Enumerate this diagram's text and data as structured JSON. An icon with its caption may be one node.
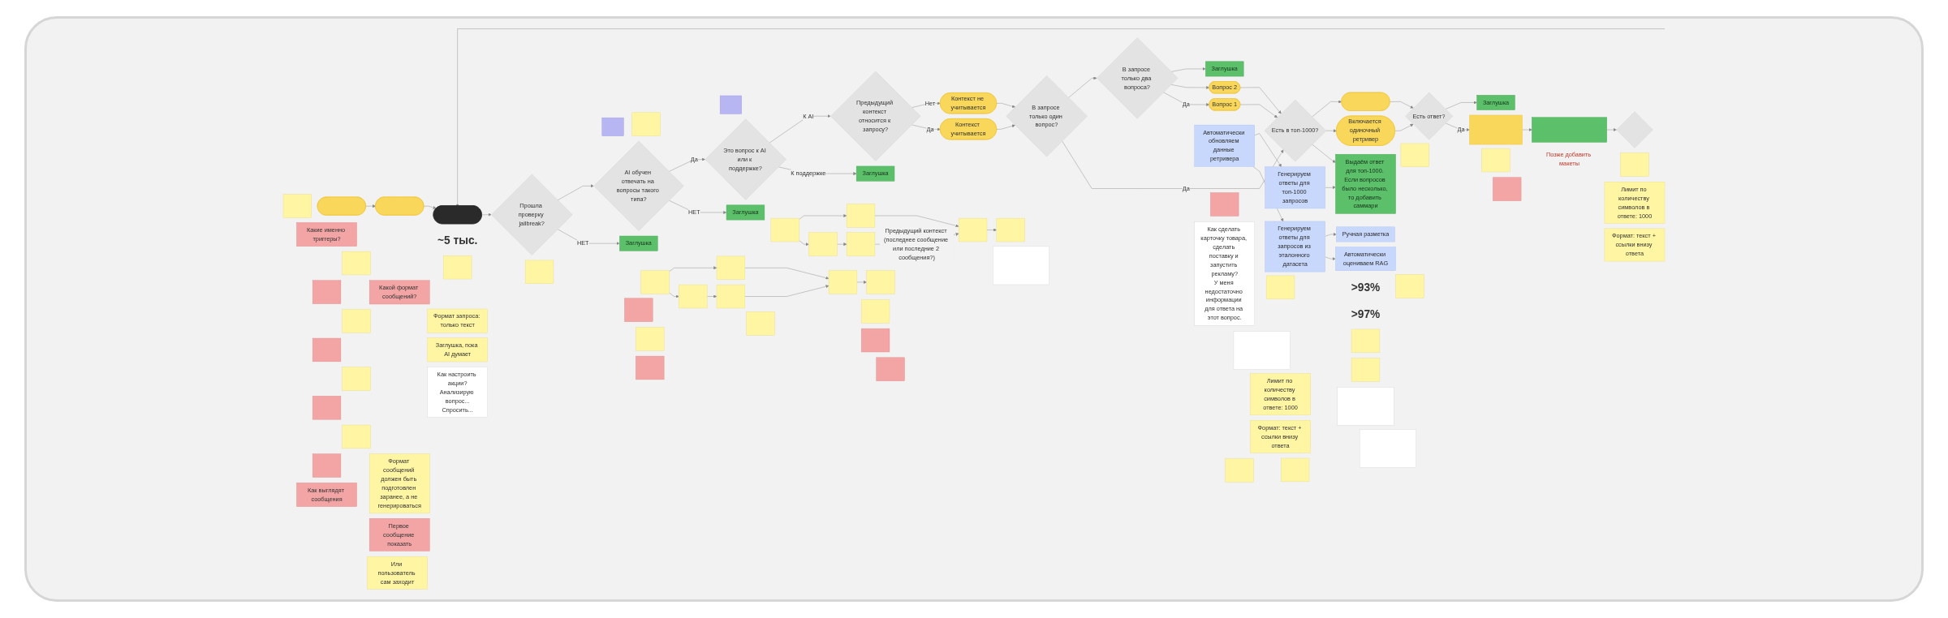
{
  "diagram": {
    "nodes": [
      {
        "text": [],
        "shape": "box"
      },
      {
        "text": [],
        "shape": "pill"
      },
      {
        "text": [
          "Какие именно триггеры?"
        ]
      },
      {
        "text": [],
        "shape": "box"
      },
      {
        "text": [],
        "shape": "box"
      },
      {
        "text": [],
        "shape": "box"
      },
      {
        "text": [],
        "shape": "box"
      },
      {
        "text": [],
        "shape": "box"
      },
      {
        "text": [],
        "shape": "box"
      },
      {
        "text": [],
        "shape": "box"
      },
      {
        "text": [],
        "shape": "box"
      },
      {
        "text": [
          "Как выглядят сообщения"
        ]
      },
      {
        "text": [],
        "shape": "pill"
      },
      {
        "text": [
          "Формат сообщений должен быть подготовлен заранее, а не генерироваться"
        ]
      },
      {
        "text": [
          "Какой формат сообщений?"
        ]
      },
      {
        "text": [
          "Первое сообщение показать"
        ]
      },
      {
        "text": [
          "Или пользователь сам заходит"
        ]
      },
      {
        "text": [],
        "shape": "pill",
        "beside": [
          "~5 тыс."
        ]
      },
      {
        "text": [
          "Формат запроса: только текст"
        ]
      },
      {
        "text": [
          "Заглушка, пока AI думает"
        ]
      },
      {
        "text": [
          "Как настроить акции?",
          "Анализирую вопрос...",
          "Спросить..."
        ]
      },
      {
        "text": [],
        "shape": "box"
      },
      {
        "text": [
          "Прошла проверку jailbreak?"
        ]
      },
      {
        "text": [],
        "shape": "box"
      },
      {
        "text": [
          "Заглушка"
        ]
      },
      {
        "text": [],
        "shape": "box"
      },
      {
        "text": [],
        "shape": "box"
      },
      {
        "text": [],
        "shape": "box"
      },
      {
        "text": [
          "AI обучен отвечать на вопросы такого типа?"
        ]
      },
      {
        "text": [],
        "shape": "box"
      },
      {
        "text": [],
        "shape": "box"
      },
      {
        "text": [
          "Заглушка"
        ]
      },
      {
        "text": [],
        "shape": "box"
      },
      {
        "text": [
          "Это вопрос к AI или к поддержке?"
        ]
      },
      {
        "text": [],
        "shape": "box"
      },
      {
        "text": [
          "Заглушка"
        ]
      },
      {
        "text": [],
        "shape": "box"
      },
      {
        "text": [],
        "shape": "box"
      },
      {
        "text": [],
        "shape": "box"
      },
      {
        "text": [],
        "shape": "box"
      },
      {
        "text": [],
        "shape": "box"
      },
      {
        "text": [],
        "shape": "box"
      },
      {
        "text": [],
        "shape": "box"
      },
      {
        "text": [],
        "shape": "box"
      },
      {
        "text": [],
        "shape": "box"
      },
      {
        "text": [],
        "shape": "box"
      },
      {
        "text": [],
        "shape": "box"
      },
      {
        "text": [],
        "shape": "box"
      },
      {
        "text": [],
        "shape": "box"
      },
      {
        "text": [],
        "shape": "box"
      },
      {
        "text": [],
        "shape": "box"
      },
      {
        "text": [
          "Предыдущий контекст относится к запросу?"
        ]
      },
      {
        "text": [],
        "shape": "box"
      },
      {
        "text": [
          "Контекст учитывается"
        ]
      },
      {
        "text": [
          "Контекст не учитывается"
        ]
      },
      {
        "text": [
          "В запросе только один вопрос?"
        ]
      },
      {
        "text": [
          "В запросе только два вопроса?"
        ]
      },
      {
        "text": [
          "Заглушка"
        ]
      },
      {
        "text": [],
        "shape": "box"
      },
      {
        "text": [
          "Как сделать карточку товара, сделать поставку и запустить рекламу?",
          "У меня недостаточно информации для ответа на этот вопрос."
        ]
      },
      {
        "text": [
          "Вопрос 1"
        ]
      },
      {
        "text": [
          "Вопрос 2"
        ]
      },
      {
        "text": [],
        "shape": "box"
      },
      {
        "text": [],
        "shape": "box"
      },
      {
        "text": [
          "Есть в топ-1000?"
        ]
      },
      {
        "text": [
          "Выдаём ответ для топ-1000. Если вопросов было несколько, то добавить саммари"
        ]
      },
      {
        "text": [
          "Лимит по количеству символов в ответе: 1000"
        ]
      },
      {
        "text": [
          "Формат: текст + ссылки внизу ответа"
        ]
      },
      {
        "text": [
          "Автоматически обновляем данные ретривера"
        ]
      },
      {
        "text": [],
        "shape": "box"
      },
      {
        "text": [
          "Генерируем ответы для топ-1000 запросов"
        ]
      },
      {
        "text": [],
        "shape": "box"
      },
      {
        "text": [
          "Включается одиночный ретривер"
        ]
      },
      {
        "text": [],
        "shape": "box"
      },
      {
        "text": [],
        "shape": "pill"
      },
      {
        "text": [],
        "shape": "box"
      },
      {
        "text": [
          "Генерируем ответы для запросов из эталонного датасета"
        ]
      },
      {
        "text": [
          "Ручная разметка"
        ],
        "beside": [
          ">93%",
          ">97%"
        ]
      },
      {
        "text": [],
        "shape": "box"
      },
      {
        "text": [
          "Автоматически оцениваем RAG"
        ]
      },
      {
        "text": [],
        "shape": "box"
      },
      {
        "text": [],
        "shape": "box"
      },
      {
        "text": [],
        "shape": "box"
      },
      {
        "text": [
          "Есть ответ?"
        ]
      },
      {
        "text": [
          "Заглушка"
        ]
      },
      {
        "text": [],
        "shape": "box"
      },
      {
        "text": [],
        "shape": "box"
      },
      {
        "text": [],
        "shape": "box"
      },
      {
        "text": [],
        "shape": "box",
        "beside": [
          "Позже добавить макеты"
        ]
      },
      {
        "text": [],
        "shape": "diamond"
      },
      {
        "text": [],
        "shape": "box"
      },
      {
        "text": [
          "Лимит по количеству символов в ответе: 1000"
        ]
      },
      {
        "text": [
          "Формат: текст + ссылки внизу ответа"
        ]
      }
    ],
    "edges": [
      {
        "from": null,
        "to": 17,
        "arrow": "to"
      },
      {
        "from": 1,
        "to": 12,
        "arrow": "to"
      },
      {
        "from": 12,
        "to": 17,
        "arrow": "to"
      },
      {
        "from": 17,
        "to": 22,
        "arrow": "to"
      },
      {
        "from": 22,
        "to": 24,
        "arrow": "to",
        "label": "НЕТ"
      },
      {
        "from": 22,
        "to": 28,
        "arrow": "to"
      },
      {
        "from": 28,
        "to": 31,
        "arrow": "to",
        "label": "НЕТ"
      },
      {
        "from": 28,
        "to": 33,
        "arrow": "to",
        "label": "Да"
      },
      {
        "from": 33,
        "to": 35,
        "arrow": "to",
        "label": "К поддержке"
      },
      {
        "from": 33,
        "to": 51,
        "arrow": "to",
        "label": "К AI"
      },
      {
        "from": 51,
        "to": 53,
        "arrow": "to",
        "label": "Да"
      },
      {
        "from": 51,
        "to": 54,
        "arrow": "to",
        "label": "Нет"
      },
      {
        "from": 53,
        "to": 55,
        "arrow": "to"
      },
      {
        "from": 54,
        "to": 55,
        "arrow": "to"
      },
      {
        "from": 55,
        "to": 64,
        "arrow": "to",
        "label": "Да"
      },
      {
        "from": 55,
        "to": 56,
        "arrow": "to"
      },
      {
        "from": 56,
        "to": 60,
        "arrow": "to",
        "label": "Да"
      },
      {
        "from": 56,
        "to": 61,
        "arrow": "to"
      },
      {
        "from": 56,
        "to": 57,
        "arrow": "to"
      },
      {
        "from": 60,
        "to": 64,
        "arrow": "to"
      },
      {
        "from": 61,
        "to": 64,
        "arrow": "to"
      },
      {
        "from": 64,
        "to": 65,
        "arrow": "to"
      },
      {
        "from": 64,
        "to": 72,
        "arrow": "to"
      },
      {
        "from": 64,
        "to": 74,
        "arrow": "to"
      },
      {
        "from": 72,
        "to": 83,
        "arrow": "to"
      },
      {
        "from": 74,
        "to": 83,
        "arrow": "to"
      },
      {
        "from": 83,
        "to": 87,
        "arrow": "to",
        "label": "Да"
      },
      {
        "from": 83,
        "to": 84,
        "arrow": "to"
      },
      {
        "from": 87,
        "to": 88,
        "arrow": "to"
      },
      {
        "from": 88,
        "to": 89,
        "arrow": "to"
      },
      {
        "from": 68,
        "to": 76,
        "arrow": "to"
      },
      {
        "from": 76,
        "to": 79,
        "arrow": "to"
      },
      {
        "from": 68,
        "to": 70,
        "arrow": "to"
      },
      {
        "from": 70,
        "to": 65,
        "arrow": "to"
      },
      {
        "from": 76,
        "to": 77,
        "arrow": "to"
      },
      {
        "from": 38,
        "to": 39,
        "arrow": "to"
      },
      {
        "from": 38,
        "to": 40,
        "arrow": "to"
      },
      {
        "from": 39,
        "to": 41,
        "arrow": "to"
      },
      {
        "from": 40,
        "to": 42,
        "arrow": "to"
      },
      {
        "from": 41,
        "to": 42,
        "arrow": "to"
      },
      {
        "from": 42,
        "to": 43,
        "arrow": "to"
      },
      {
        "from": 44,
        "to": 45,
        "arrow": "to"
      },
      {
        "from": 44,
        "to": 46,
        "arrow": "to"
      },
      {
        "from": 45,
        "to": 47,
        "arrow": "to"
      },
      {
        "from": 46,
        "to": 48,
        "arrow": "to"
      },
      {
        "from": 47,
        "to": 48,
        "arrow": "to",
        "label": "Предыдущий контекст (последнее сообщение или последние 2 сообщения?)"
      },
      {
        "from": 48,
        "to": 49,
        "arrow": "to"
      }
    ]
  }
}
